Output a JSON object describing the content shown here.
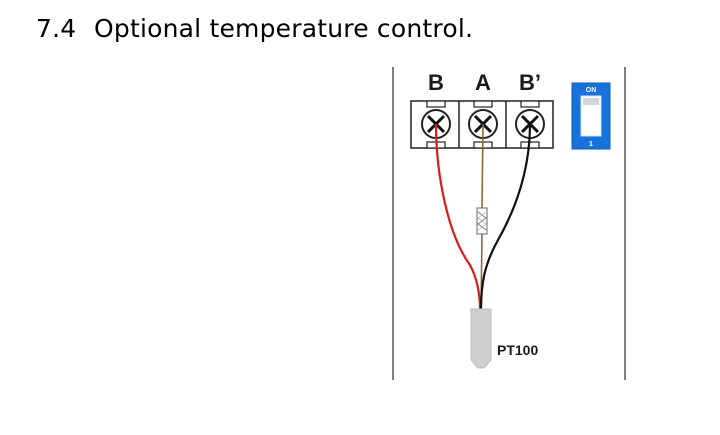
{
  "heading": {
    "number": "7.4",
    "title": "Optional temperature control."
  },
  "terminals": [
    "B",
    "A",
    "B’"
  ],
  "dip_switch": {
    "on_label": "ON",
    "number_label": "1",
    "color": "#1773d9"
  },
  "sensor": {
    "label": "PT100"
  },
  "wires": {
    "B": "#d81b1b",
    "A": "#8a6a3a",
    "B_prime": "#111111"
  }
}
